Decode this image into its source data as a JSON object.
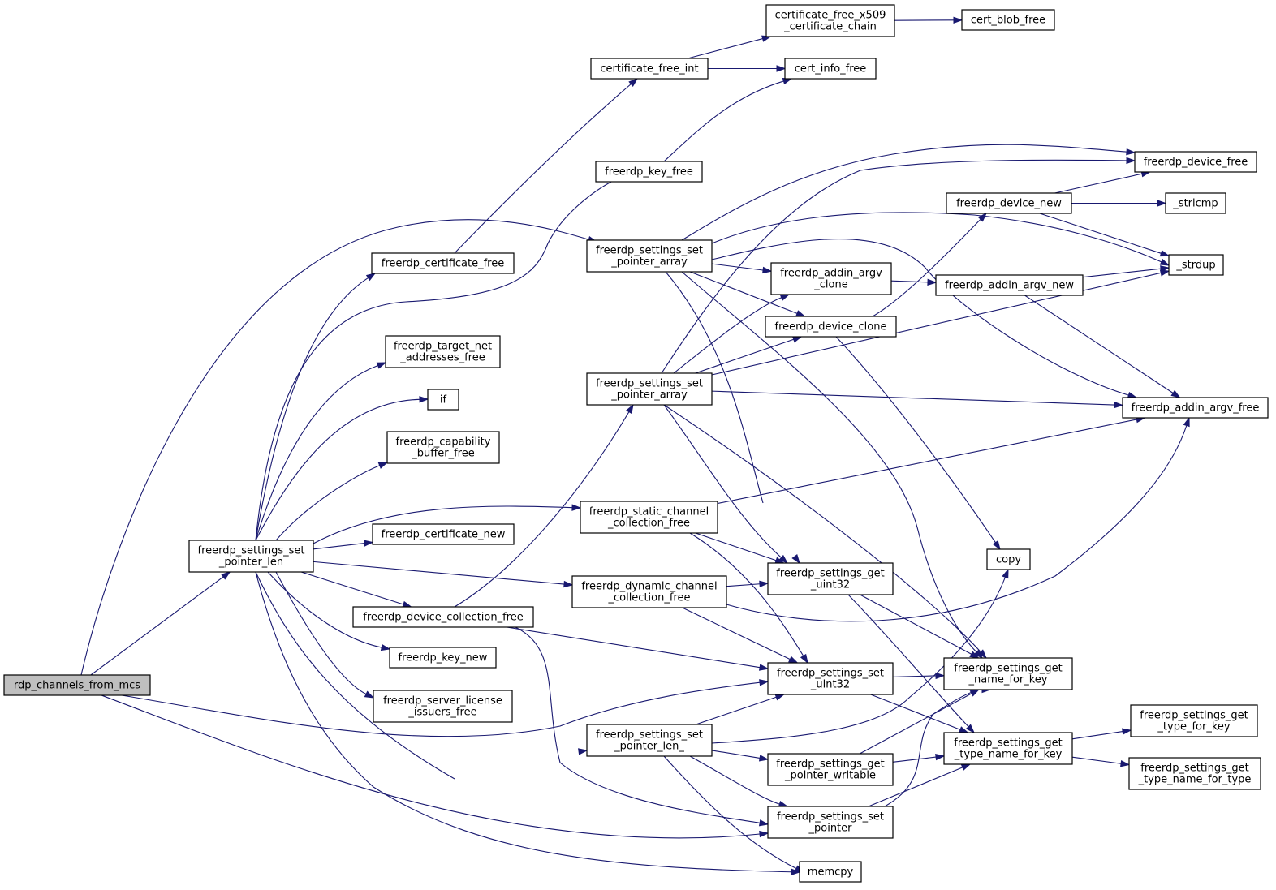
{
  "diagram": {
    "nodes": [
      {
        "id": "rdp_channels_from_mcs",
        "lines": [
          "rdp_channels_from_mcs"
        ],
        "root": true
      },
      {
        "id": "set_pointer_len",
        "lines": [
          "freerdp_settings_set",
          "_pointer_len"
        ]
      },
      {
        "id": "certificate_free",
        "lines": [
          "freerdp_certificate_free"
        ]
      },
      {
        "id": "target_net_addresses_free",
        "lines": [
          "freerdp_target_net",
          "_addresses_free"
        ]
      },
      {
        "id": "if",
        "lines": [
          "if"
        ]
      },
      {
        "id": "capability_buffer_free",
        "lines": [
          "freerdp_capability",
          "_buffer_free"
        ]
      },
      {
        "id": "certificate_new",
        "lines": [
          "freerdp_certificate_new"
        ]
      },
      {
        "id": "device_collection_free",
        "lines": [
          "freerdp_device_collection_free"
        ]
      },
      {
        "id": "key_new",
        "lines": [
          "freerdp_key_new"
        ]
      },
      {
        "id": "server_license_issuers_free",
        "lines": [
          "freerdp_server_license",
          "_issuers_free"
        ]
      },
      {
        "id": "certificate_free_int",
        "lines": [
          "certificate_free_int"
        ]
      },
      {
        "id": "key_free",
        "lines": [
          "freerdp_key_free"
        ]
      },
      {
        "id": "set_pointer_array_1",
        "lines": [
          "freerdp_settings_set",
          "_pointer_array"
        ]
      },
      {
        "id": "set_pointer_array_2",
        "lines": [
          "freerdp_settings_set",
          "_pointer_array"
        ]
      },
      {
        "id": "static_channel_collection_free",
        "lines": [
          "freerdp_static_channel",
          "_collection_free"
        ]
      },
      {
        "id": "dynamic_channel_collection_free",
        "lines": [
          "freerdp_dynamic_channel",
          "_collection_free"
        ]
      },
      {
        "id": "set_pointer_len_",
        "lines": [
          "freerdp_settings_set",
          "_pointer_len_"
        ]
      },
      {
        "id": "certificate_free_x509_certificate_chain",
        "lines": [
          "certificate_free_x509",
          "_certificate_chain"
        ]
      },
      {
        "id": "cert_info_free",
        "lines": [
          "cert_info_free"
        ]
      },
      {
        "id": "addin_argv_clone",
        "lines": [
          "freerdp_addin_argv",
          "_clone"
        ]
      },
      {
        "id": "device_clone",
        "lines": [
          "freerdp_device_clone"
        ]
      },
      {
        "id": "get_uint32",
        "lines": [
          "freerdp_settings_get",
          "_uint32"
        ]
      },
      {
        "id": "set_uint32",
        "lines": [
          "freerdp_settings_set",
          "_uint32"
        ]
      },
      {
        "id": "get_pointer_writable",
        "lines": [
          "freerdp_settings_get",
          "_pointer_writable"
        ]
      },
      {
        "id": "set_pointer",
        "lines": [
          "freerdp_settings_set",
          "_pointer"
        ]
      },
      {
        "id": "memcpy",
        "lines": [
          "memcpy"
        ]
      },
      {
        "id": "device_new",
        "lines": [
          "freerdp_device_new"
        ]
      },
      {
        "id": "addin_argv_new",
        "lines": [
          "freerdp_addin_argv_new"
        ]
      },
      {
        "id": "copy",
        "lines": [
          "copy"
        ]
      },
      {
        "id": "get_name_for_key",
        "lines": [
          "freerdp_settings_get",
          "_name_for_key"
        ]
      },
      {
        "id": "get_type_name_for_key",
        "lines": [
          "freerdp_settings_get",
          "_type_name_for_key"
        ]
      },
      {
        "id": "cert_blob_free",
        "lines": [
          "cert_blob_free"
        ]
      },
      {
        "id": "device_free",
        "lines": [
          "freerdp_device_free"
        ]
      },
      {
        "id": "stricmp",
        "lines": [
          "_stricmp"
        ]
      },
      {
        "id": "strdup",
        "lines": [
          "_strdup"
        ]
      },
      {
        "id": "addin_argv_free",
        "lines": [
          "freerdp_addin_argv_free"
        ]
      },
      {
        "id": "get_type_for_key",
        "lines": [
          "freerdp_settings_get",
          "_type_for_key"
        ]
      },
      {
        "id": "get_type_name_for_type",
        "lines": [
          "freerdp_settings_get",
          "_type_name_for_type"
        ]
      }
    ],
    "edges": [
      {
        "from": "rdp_channels_from_mcs",
        "to": "set_pointer_array_1"
      },
      {
        "from": "rdp_channels_from_mcs",
        "to": "set_pointer_len"
      },
      {
        "from": "rdp_channels_from_mcs",
        "to": "set_uint32"
      },
      {
        "from": "rdp_channels_from_mcs",
        "to": "set_pointer"
      },
      {
        "from": "set_pointer_len",
        "to": "certificate_free"
      },
      {
        "from": "set_pointer_len",
        "to": "key_free"
      },
      {
        "from": "set_pointer_len",
        "to": "target_net_addresses_free"
      },
      {
        "from": "set_pointer_len",
        "to": "if"
      },
      {
        "from": "set_pointer_len",
        "to": "capability_buffer_free"
      },
      {
        "from": "set_pointer_len",
        "to": "static_channel_collection_free"
      },
      {
        "from": "set_pointer_len",
        "to": "certificate_new"
      },
      {
        "from": "set_pointer_len",
        "to": "dynamic_channel_collection_free"
      },
      {
        "from": "set_pointer_len",
        "to": "device_collection_free"
      },
      {
        "from": "set_pointer_len",
        "to": "key_new"
      },
      {
        "from": "set_pointer_len",
        "to": "server_license_issuers_free"
      },
      {
        "from": "set_pointer_len",
        "to": "set_pointer_len_"
      },
      {
        "from": "set_pointer_len",
        "to": "memcpy"
      },
      {
        "from": "certificate_free",
        "to": "certificate_free_int"
      },
      {
        "from": "certificate_free_int",
        "to": "certificate_free_x509_certificate_chain"
      },
      {
        "from": "certificate_free_int",
        "to": "cert_info_free"
      },
      {
        "from": "certificate_free_x509_certificate_chain",
        "to": "cert_blob_free"
      },
      {
        "from": "key_free",
        "to": "cert_info_free"
      },
      {
        "from": "set_pointer_array_1",
        "to": "device_free"
      },
      {
        "from": "set_pointer_array_1",
        "to": "strdup"
      },
      {
        "from": "set_pointer_array_1",
        "to": "addin_argv_free"
      },
      {
        "from": "set_pointer_array_1",
        "to": "addin_argv_clone"
      },
      {
        "from": "set_pointer_array_1",
        "to": "device_clone"
      },
      {
        "from": "set_pointer_array_1",
        "to": "get_uint32"
      },
      {
        "from": "set_pointer_array_1",
        "to": "get_name_for_key"
      },
      {
        "from": "set_pointer_array_2",
        "to": "device_free"
      },
      {
        "from": "set_pointer_array_2",
        "to": "addin_argv_clone"
      },
      {
        "from": "set_pointer_array_2",
        "to": "device_clone"
      },
      {
        "from": "set_pointer_array_2",
        "to": "strdup"
      },
      {
        "from": "set_pointer_array_2",
        "to": "addin_argv_free"
      },
      {
        "from": "set_pointer_array_2",
        "to": "get_uint32"
      },
      {
        "from": "set_pointer_array_2",
        "to": "get_name_for_key"
      },
      {
        "from": "device_collection_free",
        "to": "set_pointer_array_2"
      },
      {
        "from": "device_collection_free",
        "to": "set_uint32"
      },
      {
        "from": "device_collection_free",
        "to": "set_pointer"
      },
      {
        "from": "static_channel_collection_free",
        "to": "addin_argv_free"
      },
      {
        "from": "static_channel_collection_free",
        "to": "get_uint32"
      },
      {
        "from": "static_channel_collection_free",
        "to": "set_uint32"
      },
      {
        "from": "dynamic_channel_collection_free",
        "to": "get_uint32"
      },
      {
        "from": "dynamic_channel_collection_free",
        "to": "addin_argv_free"
      },
      {
        "from": "dynamic_channel_collection_free",
        "to": "set_uint32"
      },
      {
        "from": "set_pointer_len_",
        "to": "set_uint32"
      },
      {
        "from": "set_pointer_len_",
        "to": "copy"
      },
      {
        "from": "set_pointer_len_",
        "to": "get_pointer_writable"
      },
      {
        "from": "set_pointer_len_",
        "to": "set_pointer"
      },
      {
        "from": "set_pointer_len_",
        "to": "memcpy"
      },
      {
        "from": "addin_argv_clone",
        "to": "addin_argv_new"
      },
      {
        "from": "addin_argv_new",
        "to": "strdup"
      },
      {
        "from": "addin_argv_new",
        "to": "addin_argv_free"
      },
      {
        "from": "device_clone",
        "to": "device_new"
      },
      {
        "from": "device_clone",
        "to": "copy"
      },
      {
        "from": "device_new",
        "to": "device_free"
      },
      {
        "from": "device_new",
        "to": "stricmp"
      },
      {
        "from": "device_new",
        "to": "strdup"
      },
      {
        "from": "get_uint32",
        "to": "get_name_for_key"
      },
      {
        "from": "get_uint32",
        "to": "get_type_name_for_key"
      },
      {
        "from": "set_uint32",
        "to": "get_name_for_key"
      },
      {
        "from": "set_uint32",
        "to": "get_type_name_for_key"
      },
      {
        "from": "get_pointer_writable",
        "to": "get_name_for_key"
      },
      {
        "from": "get_pointer_writable",
        "to": "get_type_name_for_key"
      },
      {
        "from": "set_pointer",
        "to": "get_name_for_key"
      },
      {
        "from": "set_pointer",
        "to": "get_type_name_for_key"
      },
      {
        "from": "get_type_name_for_key",
        "to": "get_type_for_key"
      },
      {
        "from": "get_type_name_for_key",
        "to": "get_type_name_for_type"
      }
    ]
  }
}
